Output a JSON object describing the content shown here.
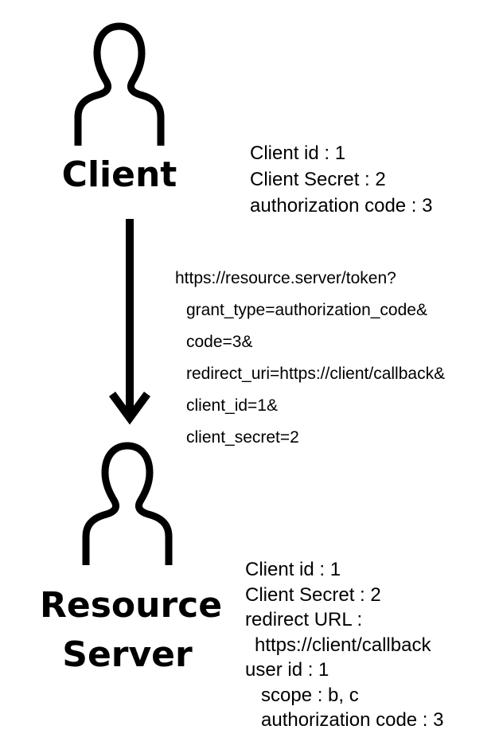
{
  "client": {
    "title": "Client",
    "info": [
      "Client id : 1",
      "Client Secret : 2",
      "authorization code : 3"
    ]
  },
  "request": {
    "lines": [
      "https://resource.server/token?",
      "grant_type=authorization_code&",
      "code=3&",
      "redirect_uri=https://client/callback&",
      "client_id=1&",
      "client_secret=2"
    ]
  },
  "server": {
    "title_line1": "Resource",
    "title_line2": "Server",
    "info": [
      "Client id : 1",
      "Client Secret : 2",
      "redirect URL :",
      "https://client/callback",
      "user id : 1",
      "scope : b, c",
      "authorization code : 3"
    ]
  },
  "icons": {
    "client": "person-outline-icon",
    "server": "person-outline-icon",
    "flow": "arrow-down-icon"
  }
}
